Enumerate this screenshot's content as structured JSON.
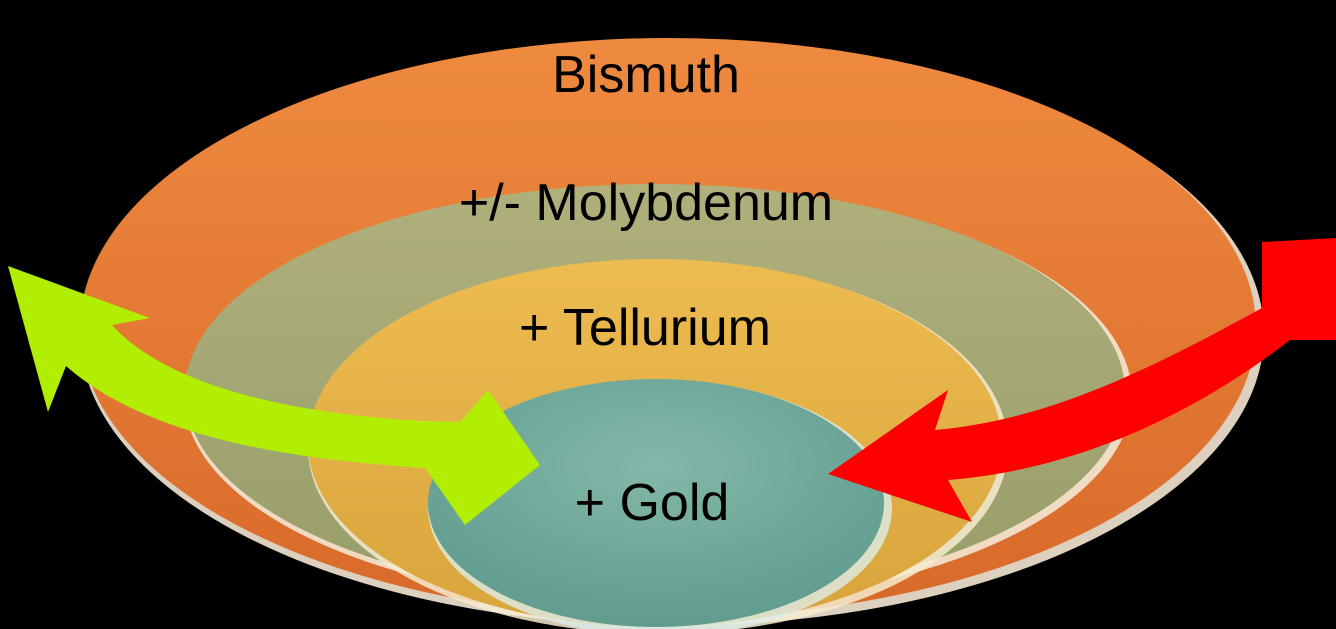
{
  "layers": [
    {
      "id": "bismuth",
      "label": "Bismuth",
      "color": "#E67D33"
    },
    {
      "id": "molybdenum",
      "label": "+/- Molybdenum",
      "color": "#A3A873"
    },
    {
      "id": "tellurium",
      "label": "+ Tellurium",
      "color": "#E2B145"
    },
    {
      "id": "gold",
      "label": "+ Gold",
      "color": "#74AB9D"
    }
  ],
  "arrows": {
    "outflow": {
      "color": "#B2EE04"
    },
    "inflow": {
      "color": "#FF0000"
    }
  },
  "background": "#000000"
}
